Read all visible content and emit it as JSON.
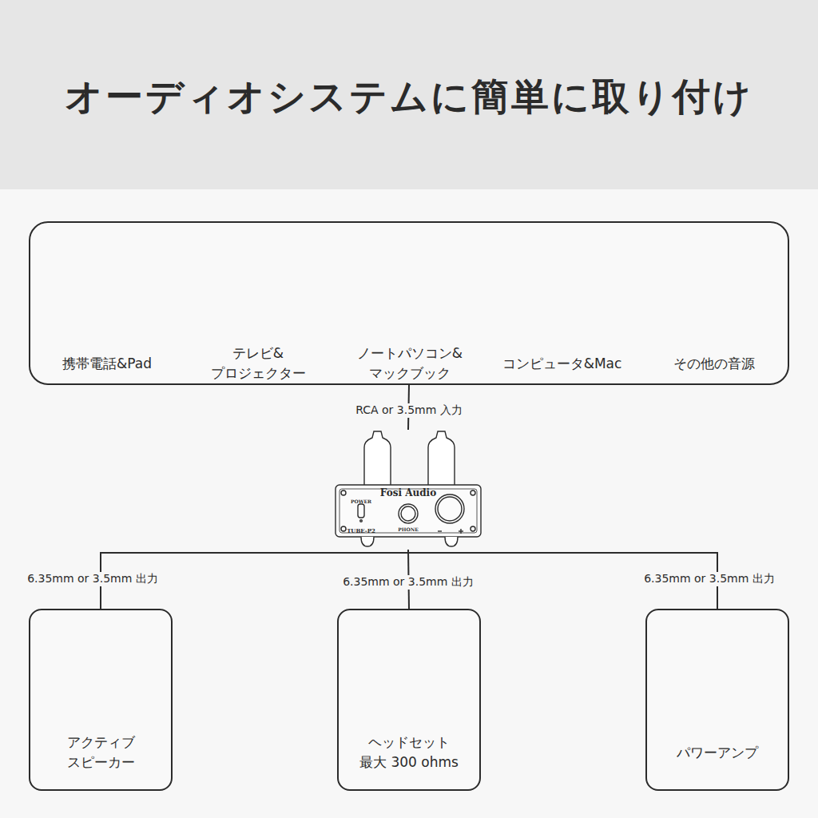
{
  "diagram": {
    "title": "オーディオシステムに簡単に取り付け",
    "nodes": [
      {
        "text": []
      },
      {
        "text": [
          "携帯電話&Pad"
        ],
        "in": 0
      },
      {
        "text": [
          "テレビ& プロジェクター"
        ],
        "in": 0
      },
      {
        "text": [
          "ノートパソコン& マックブック"
        ],
        "in": 0
      },
      {
        "text": [
          "コンピュータ&Mac"
        ],
        "in": 0
      },
      {
        "text": [
          "その他の音源"
        ],
        "in": 0
      },
      {
        "text": [
          "Fosi Audio",
          "POWER",
          "TUBE-P2",
          "PHONE"
        ]
      },
      {
        "text": [
          "アクティブ スピーカー"
        ]
      },
      {
        "text": [
          "ヘッドセット",
          "最大 300 ohms"
        ]
      },
      {
        "text": [
          "パワーアンプ"
        ]
      }
    ],
    "edges": [
      {
        "from": 0,
        "to": 6,
        "label": "RCA or 3.5mm 入力",
        "arrow": "none"
      },
      {
        "from": 6,
        "to": 7,
        "label": "6.35mm or 3.5mm 出力",
        "arrow": "none"
      },
      {
        "from": 6,
        "to": 8,
        "label": "6.35mm or 3.5mm 出力",
        "arrow": "none"
      },
      {
        "from": 6,
        "to": 9,
        "label": "6.35mm or 3.5mm 出力",
        "arrow": "none"
      }
    ]
  }
}
